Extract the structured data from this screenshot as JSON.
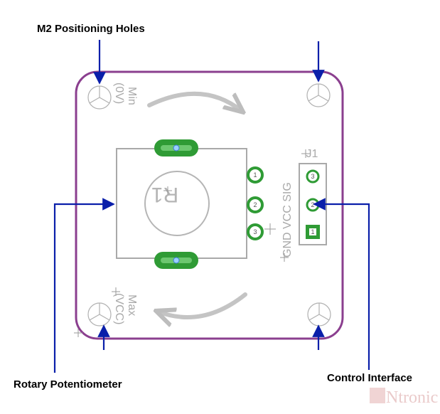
{
  "callouts": {
    "positioning_holes": "M2 Positioning Holes",
    "potentiometer": "Rotary Potentiometer",
    "control_interface": "Control Interface"
  },
  "silkscreen": {
    "min_label": "Min",
    "min_sub": "(0V)",
    "max_label": "Max",
    "max_sub": "(VCC)",
    "ref_designator": "R1",
    "connector_designator": "J1",
    "pin_labels": "GND VCC SIG",
    "r1_pins": [
      "1",
      "2",
      "3"
    ],
    "j1_pins": [
      "3",
      "2",
      "1"
    ]
  },
  "watermark": "Ntronic",
  "colors": {
    "board_outline": "#8b3f8f",
    "arrow_blue": "#0a1faa",
    "pad_green": "#2f9b35",
    "silk_grey": "#a9a9a9"
  }
}
